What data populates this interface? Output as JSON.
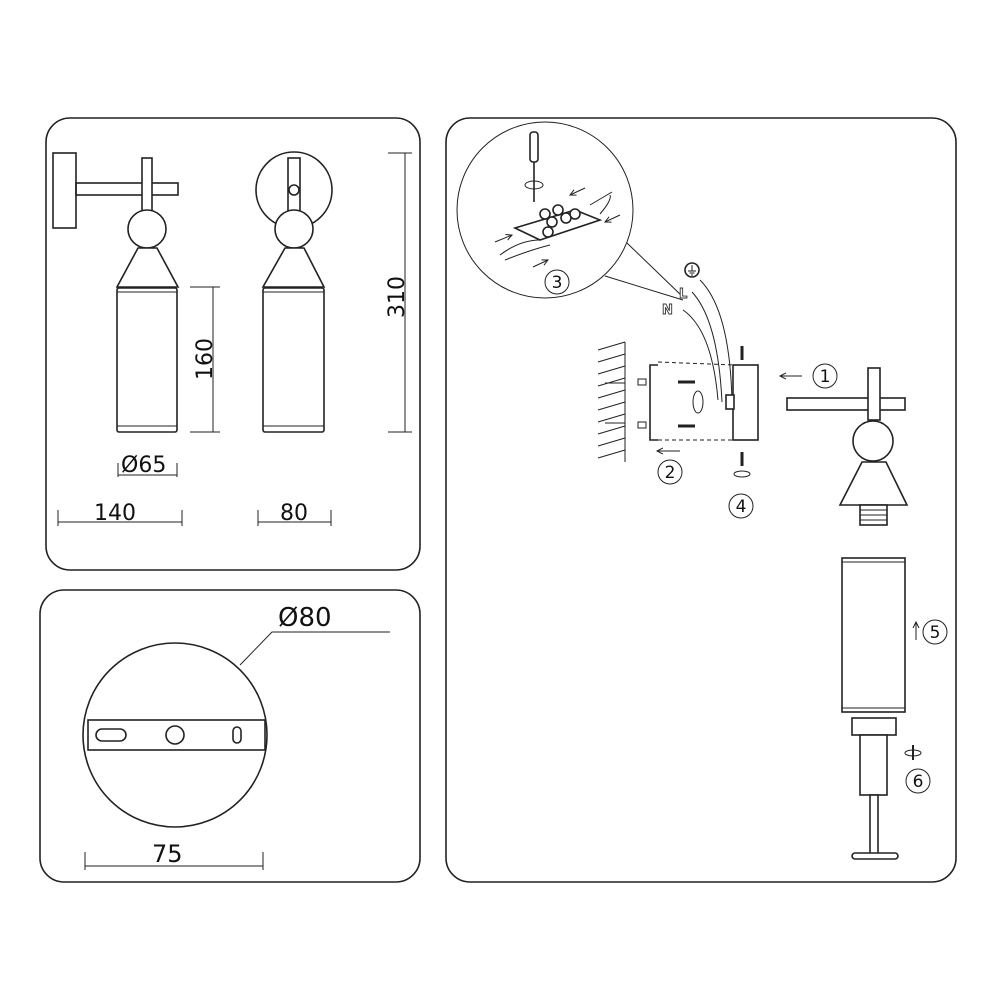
{
  "dimensions": {
    "shade_height": "160",
    "total_height": "310",
    "shade_diameter": "Ø65",
    "projection": "140",
    "width": "80",
    "canopy_diameter": "Ø80",
    "mount_hole_spacing": "75"
  },
  "steps": [
    "1",
    "2",
    "3",
    "4",
    "5",
    "6"
  ],
  "wire_labels": {
    "live": "L",
    "neutral": "N"
  },
  "colors": {
    "line": "#222222",
    "background": "#ffffff"
  }
}
